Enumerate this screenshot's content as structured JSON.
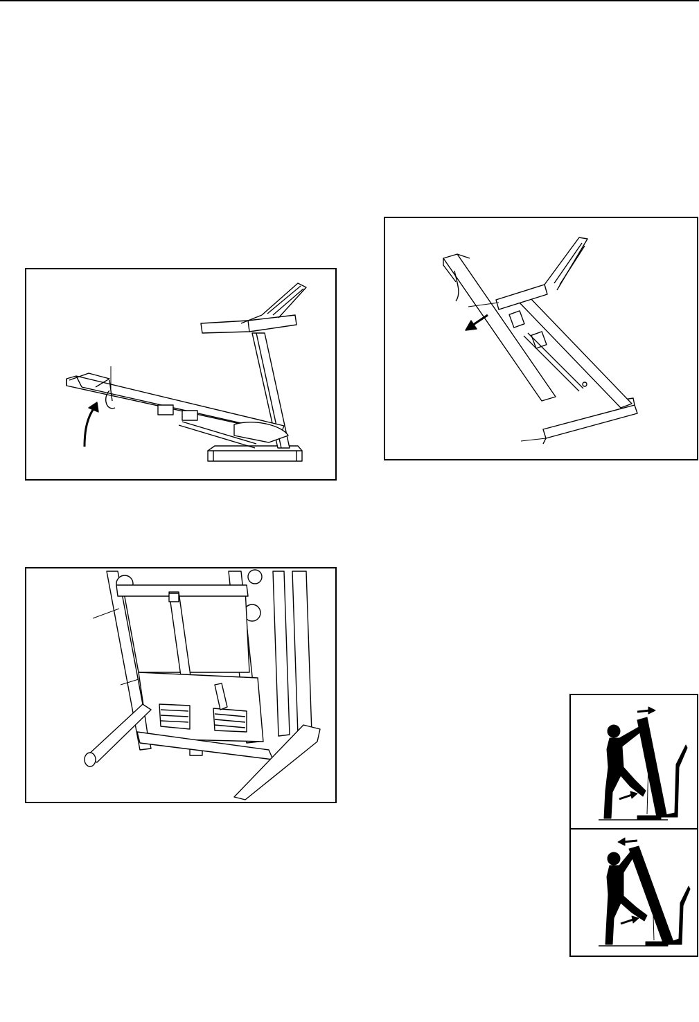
{
  "figures": [
    {
      "id": "fold-up",
      "icon": "treadmill-folding-icon"
    },
    {
      "id": "folded-storage",
      "icon": "treadmill-folded-icon"
    },
    {
      "id": "rear-view",
      "icon": "treadmill-rear-view-icon"
    },
    {
      "id": "user-folding",
      "icon": "user-folding-treadmill-icon"
    }
  ],
  "colors": {
    "ink": "#000000",
    "paper": "#ffffff"
  }
}
